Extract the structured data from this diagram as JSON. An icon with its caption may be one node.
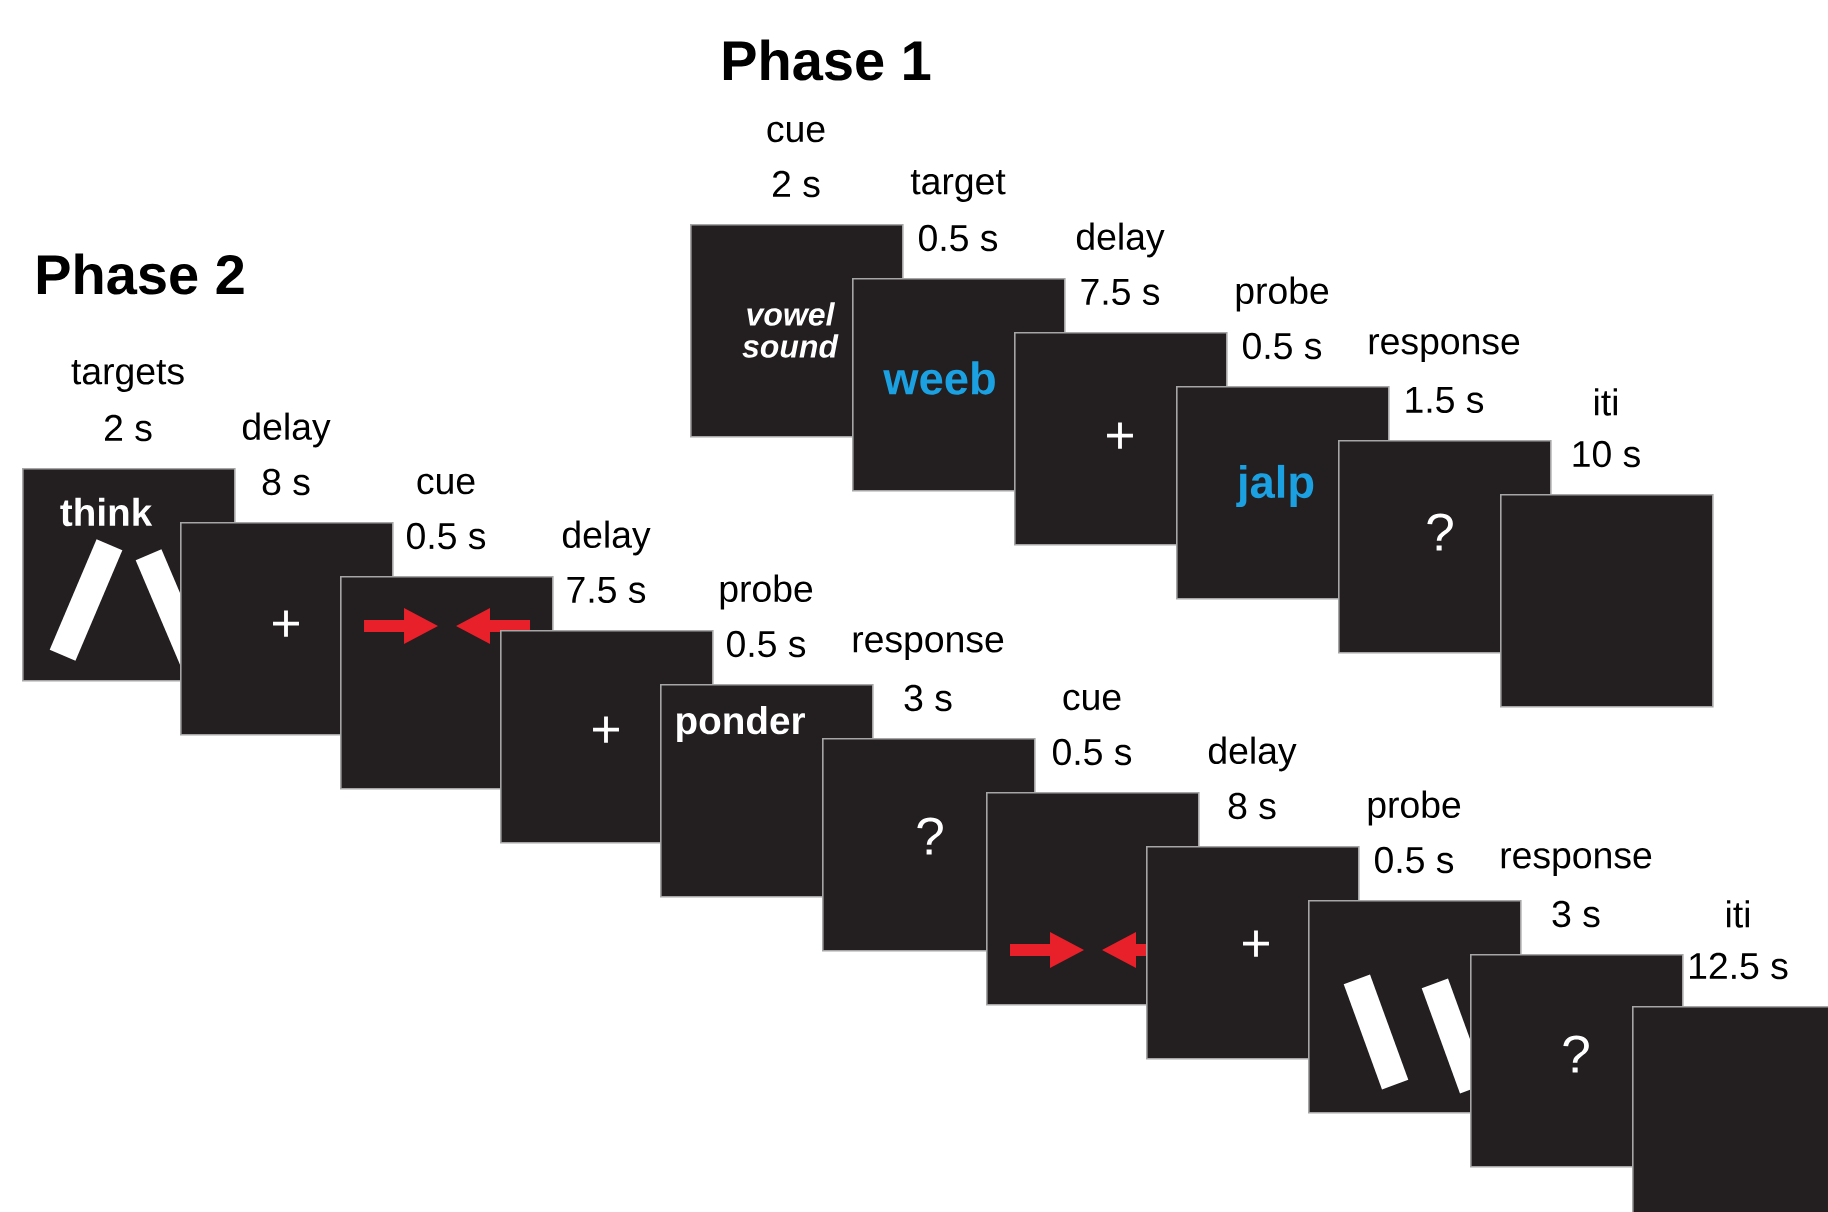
{
  "diagram": {
    "nodes": [
      {
        "text": [
          "vowel sound"
        ],
        "beside": [
          "cue",
          "2 s"
        ]
      },
      {
        "text": [
          "weeb"
        ],
        "beside": [
          "target",
          "0.5 s"
        ]
      },
      {
        "text": [
          "+"
        ],
        "beside": [
          "delay",
          "7.5 s"
        ]
      },
      {
        "text": [
          "jalp"
        ],
        "beside": [
          "probe",
          "0.5 s"
        ]
      },
      {
        "text": [
          "?"
        ],
        "beside": [
          "response",
          "1.5 s"
        ]
      },
      {
        "text": [],
        "shape": "box",
        "beside": [
          "iti",
          "10 s"
        ]
      },
      {
        "text": [
          "think"
        ],
        "beside": [
          "targets",
          "2 s"
        ]
      },
      {
        "text": [
          "+"
        ],
        "beside": [
          "delay",
          "8 s"
        ]
      },
      {
        "text": [],
        "shape": "box",
        "beside": [
          "cue",
          "0.5 s"
        ]
      },
      {
        "text": [
          "+"
        ],
        "beside": [
          "delay",
          "7.5 s"
        ]
      },
      {
        "text": [
          "ponder"
        ],
        "beside": [
          "probe",
          "0.5 s"
        ]
      },
      {
        "text": [
          "?"
        ],
        "beside": [
          "response",
          "3 s"
        ]
      },
      {
        "text": [],
        "shape": "box",
        "beside": [
          "cue",
          "0.5 s"
        ]
      },
      {
        "text": [
          "+"
        ],
        "beside": [
          "delay",
          "8 s"
        ]
      },
      {
        "text": [],
        "shape": "box",
        "beside": [
          "probe",
          "0.5 s"
        ]
      },
      {
        "text": [
          "?"
        ],
        "beside": [
          "response",
          "3 s"
        ]
      },
      {
        "text": [],
        "shape": "box",
        "beside": [
          "iti",
          "12.5 s"
        ]
      }
    ],
    "labels": [
      "Phase 1",
      "Phase 2"
    ]
  }
}
